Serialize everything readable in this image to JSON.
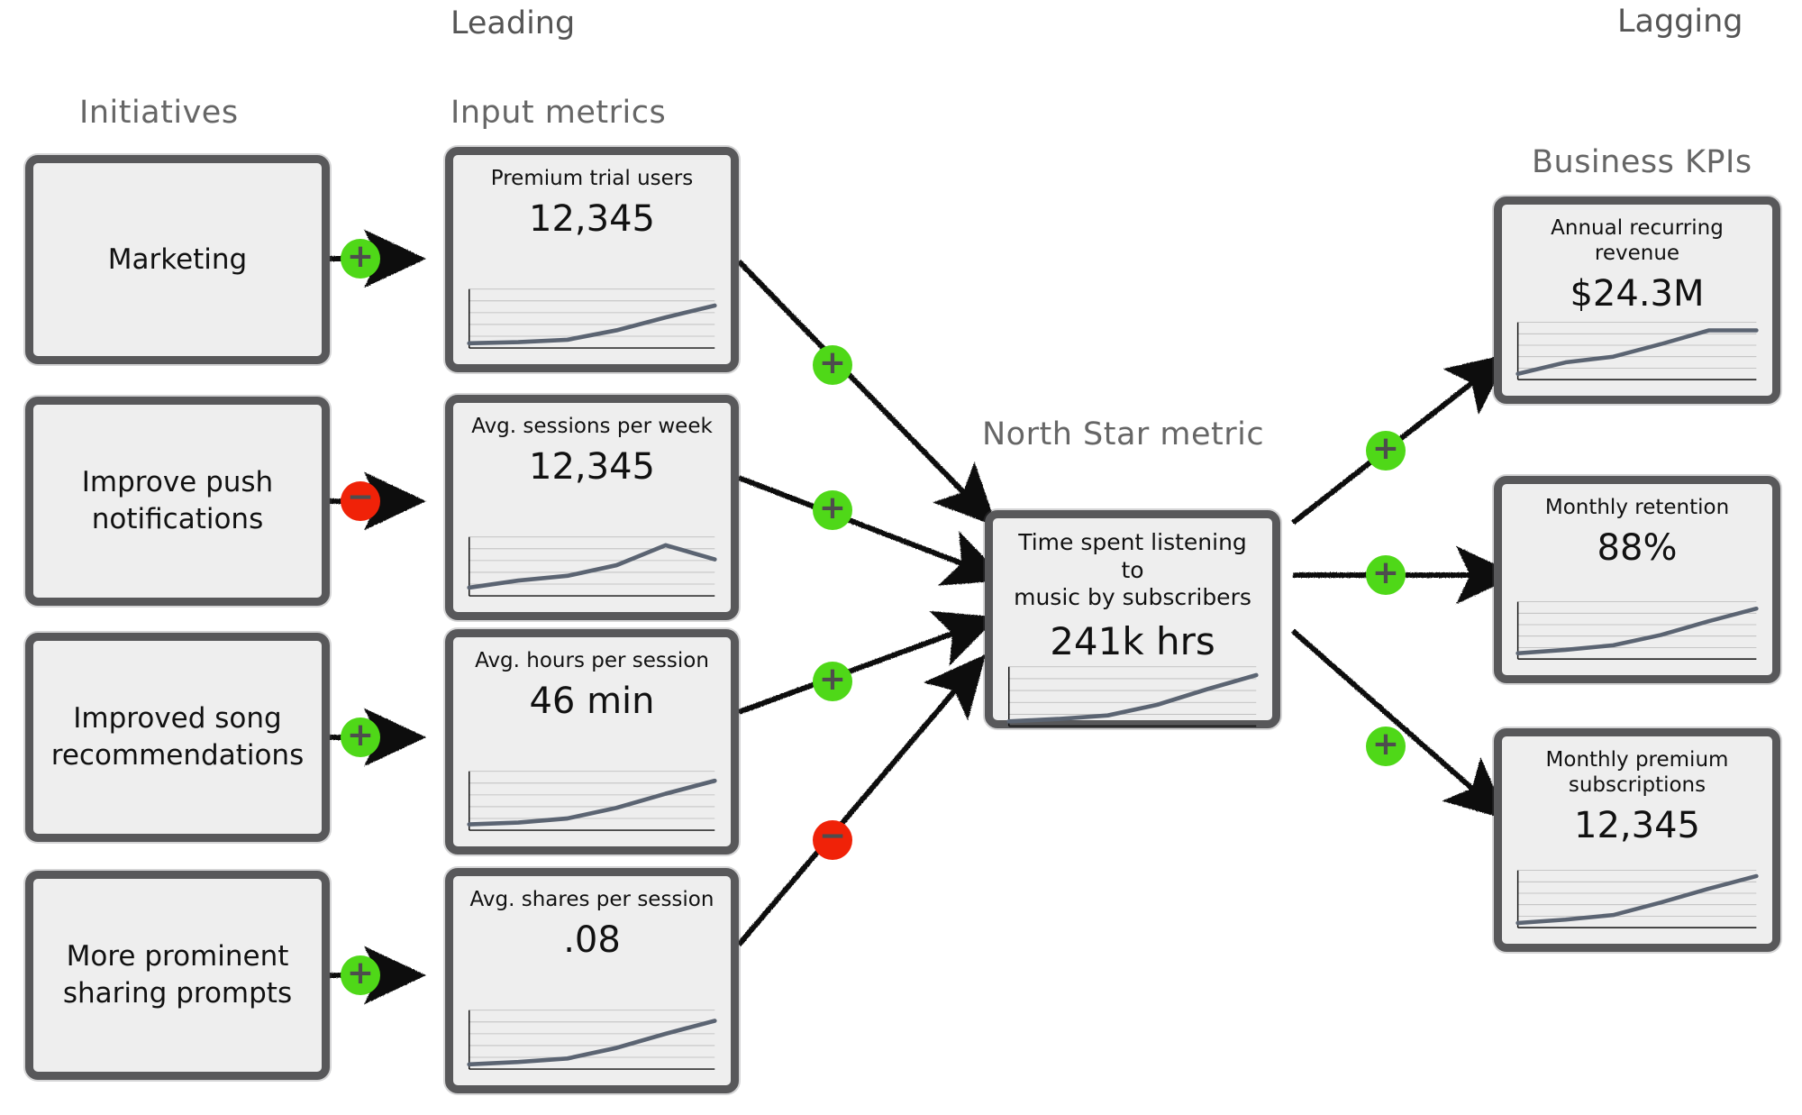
{
  "axis": {
    "leading_label": "Leading",
    "lagging_label": "Lagging",
    "arrow_icon": "right-arrow-icon"
  },
  "columns": {
    "initiatives": "Initiatives",
    "input_metrics": "Input metrics",
    "north_star": "North Star metric",
    "business_kpis": "Business KPIs"
  },
  "colors": {
    "positive": "#4fd818",
    "negative": "#f02208",
    "box_border": "#58585a",
    "box_fill": "#eeeeee",
    "heading": "#666666",
    "spark_line": "#5b6472"
  },
  "initiatives": [
    {
      "label": "Marketing",
      "polarity": "+",
      "polarity_name": "positive-badge"
    },
    {
      "label": "Improve push\nnotifications",
      "polarity": "−",
      "polarity_name": "negative-badge"
    },
    {
      "label": "Improved song\nrecommendations",
      "polarity": "+",
      "polarity_name": "positive-badge"
    },
    {
      "label": "More prominent\nsharing prompts",
      "polarity": "+",
      "polarity_name": "positive-badge"
    }
  ],
  "input_metrics": [
    {
      "title": "Premium trial users",
      "value": "12,345",
      "to_north_star_polarity": "+",
      "chart_data": {
        "type": "line",
        "x": [
          0,
          1,
          2,
          3,
          4,
          5
        ],
        "values": [
          8,
          10,
          14,
          30,
          52,
          72
        ],
        "ylim": [
          0,
          100
        ],
        "grid": true,
        "title": "Premium trial users",
        "xlabel": "",
        "ylabel": ""
      }
    },
    {
      "title": "Avg. sessions per week",
      "value": "12,345",
      "to_north_star_polarity": "+",
      "chart_data": {
        "type": "line",
        "x": [
          0,
          1,
          2,
          3,
          4,
          5
        ],
        "values": [
          14,
          26,
          34,
          52,
          86,
          62
        ],
        "ylim": [
          0,
          100
        ],
        "grid": true,
        "title": "Avg. sessions per week",
        "xlabel": "",
        "ylabel": ""
      }
    },
    {
      "title": "Avg. hours per session",
      "value": "46 min",
      "to_north_star_polarity": "+",
      "chart_data": {
        "type": "line",
        "x": [
          0,
          1,
          2,
          3,
          4,
          5
        ],
        "values": [
          10,
          13,
          20,
          38,
          62,
          84
        ],
        "ylim": [
          0,
          100
        ],
        "grid": true,
        "title": "Avg. hours per session",
        "xlabel": "",
        "ylabel": ""
      }
    },
    {
      "title": "Avg. shares per session",
      "value": ".08",
      "to_north_star_polarity": "−",
      "chart_data": {
        "type": "line",
        "x": [
          0,
          1,
          2,
          3,
          4,
          5
        ],
        "values": [
          8,
          12,
          18,
          36,
          60,
          82
        ],
        "ylim": [
          0,
          100
        ],
        "grid": true,
        "title": "Avg. shares per session",
        "xlabel": "",
        "ylabel": ""
      }
    }
  ],
  "north_star_metric": {
    "title": "Time spent listening to\nmusic by subscribers",
    "value": "241k hrs",
    "chart_data": {
      "type": "line",
      "x": [
        0,
        1,
        2,
        3,
        4,
        5
      ],
      "values": [
        8,
        12,
        18,
        36,
        62,
        86
      ],
      "ylim": [
        0,
        100
      ],
      "grid": true,
      "title": "Time spent listening to music by subscribers",
      "xlabel": "",
      "ylabel": ""
    }
  },
  "business_kpis": [
    {
      "title": "Annual recurring revenue",
      "value": "$24.3M",
      "from_north_star_polarity": "+",
      "chart_data": {
        "type": "line",
        "x": [
          0,
          1,
          2,
          3,
          4,
          5
        ],
        "values": [
          10,
          30,
          40,
          62,
          86,
          86
        ],
        "ylim": [
          0,
          100
        ],
        "grid": true,
        "title": "Annual recurring revenue",
        "xlabel": "",
        "ylabel": ""
      }
    },
    {
      "title": "Monthly retention",
      "value": "88%",
      "from_north_star_polarity": "+",
      "chart_data": {
        "type": "line",
        "x": [
          0,
          1,
          2,
          3,
          4,
          5
        ],
        "values": [
          10,
          16,
          24,
          42,
          66,
          88
        ],
        "ylim": [
          0,
          100
        ],
        "grid": true,
        "title": "Monthly retention",
        "xlabel": "",
        "ylabel": ""
      }
    },
    {
      "title": "Monthly premium\nsubscriptions",
      "value": "12,345",
      "from_north_star_polarity": "+",
      "chart_data": {
        "type": "line",
        "x": [
          0,
          1,
          2,
          3,
          4,
          5
        ],
        "values": [
          8,
          14,
          22,
          44,
          68,
          90
        ],
        "ylim": [
          0,
          100
        ],
        "grid": true,
        "title": "Monthly premium subscriptions",
        "xlabel": "",
        "ylabel": ""
      }
    }
  ]
}
